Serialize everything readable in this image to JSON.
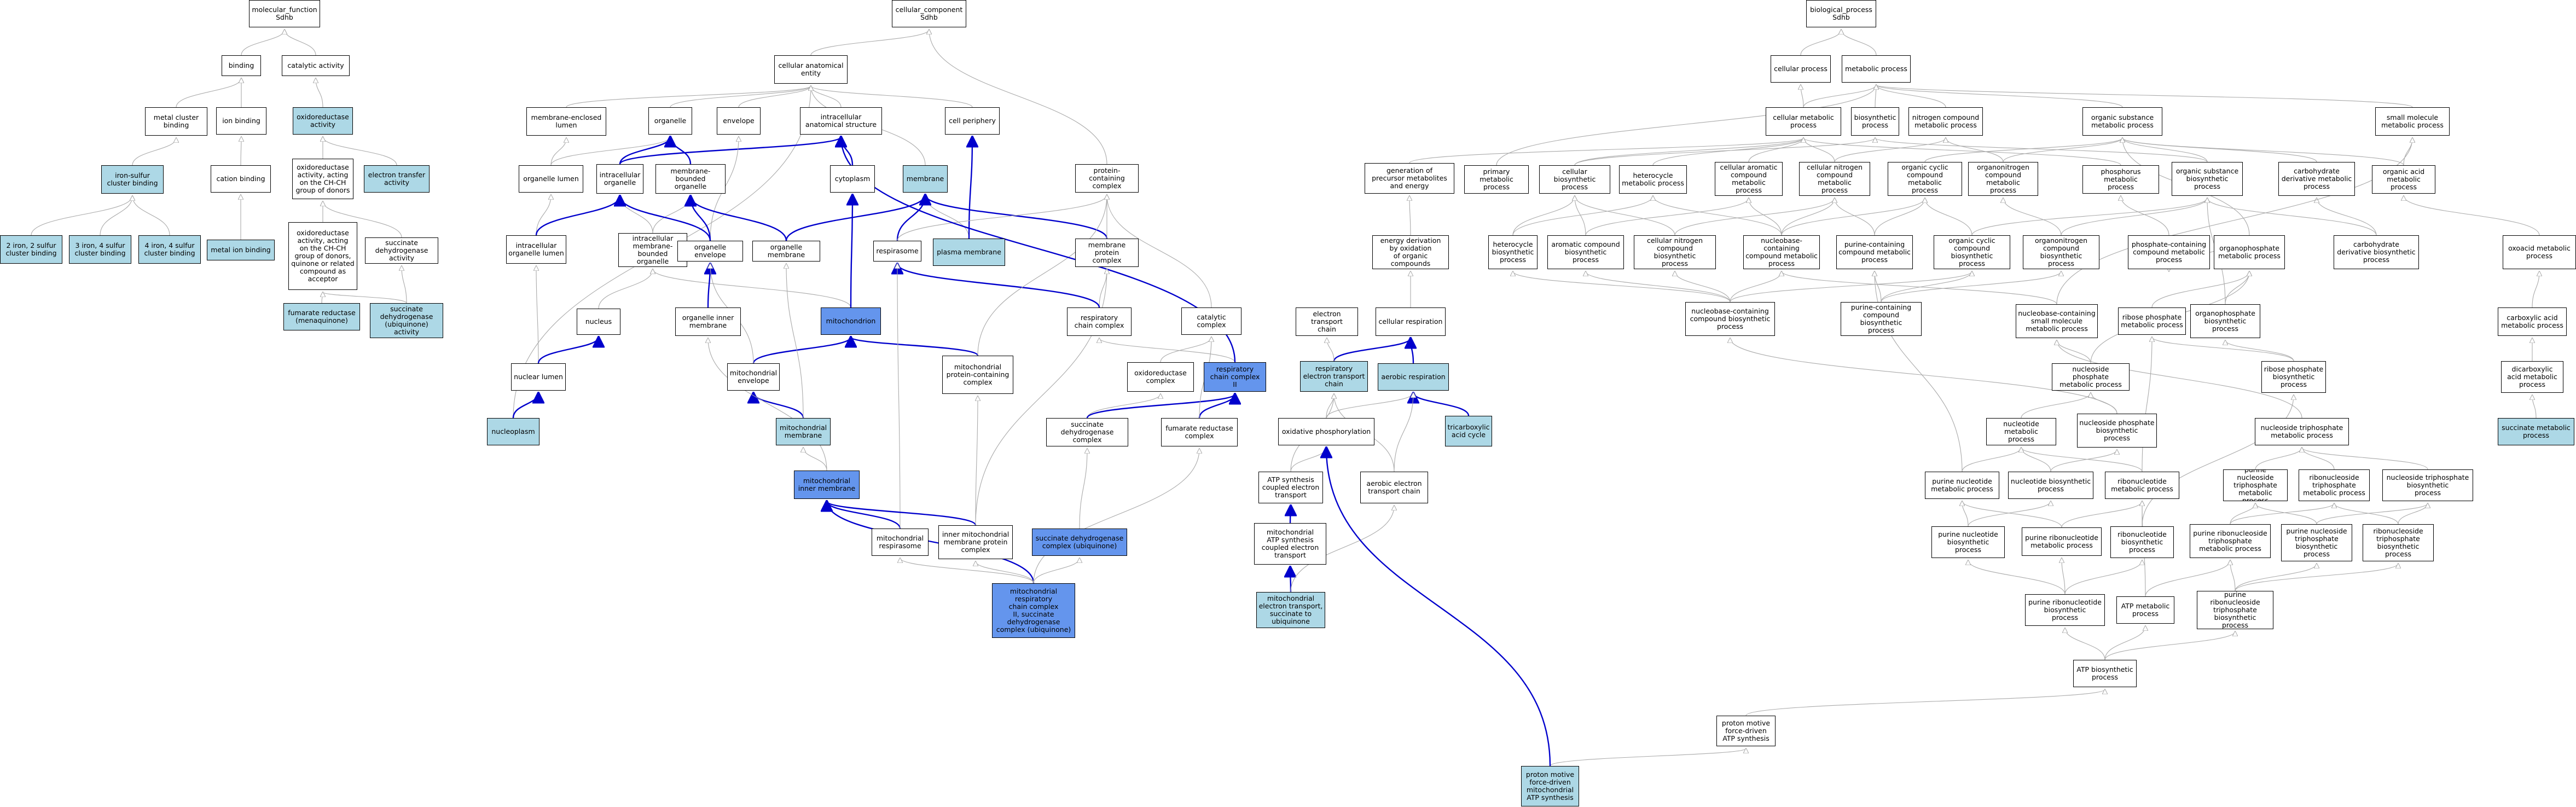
{
  "colors": {
    "light": "#add8e6",
    "dark": "#6495ed",
    "strong_edge": "#0000cc",
    "weak_edge": "#a9a9a9"
  },
  "nodes": {
    "mf_root": "molecular_function\nSdhb",
    "binding": "binding",
    "catalytic_activity": "catalytic activity",
    "metal_cluster_binding": "metal cluster\nbinding",
    "ion_binding": "ion binding",
    "oxidoreductase_activity": "oxidoreductase\nactivity",
    "iron_sulfur": "iron-sulfur\ncluster binding",
    "cation_binding": "cation binding",
    "ox_chch": "oxidoreductase\nactivity, acting\non the CH-CH\ngroup of donors",
    "electron_transfer": "electron transfer\nactivity",
    "fe2s2": "2 iron, 2 sulfur\ncluster binding",
    "fe3s4": "3 iron, 4 sulfur\ncluster binding",
    "fe4s4": "4 iron, 4 sulfur\ncluster binding",
    "metal_ion_binding": "metal ion binding",
    "ox_quinone": "oxidoreductase\nactivity, acting\non the CH-CH\ngroup of donors,\nquinone or related\ncompound as\nacceptor",
    "sdh_activity": "succinate dehydrogenase\nactivity",
    "fumarate_menaquinone": "fumarate reductase\n(menaquinone)",
    "sdh_ubiquinone_activity": "succinate dehydrogenase\n(ubiquinone)\nactivity",
    "cc_root": "cellular_component\nSdhb",
    "cae": "cellular anatomical\nentity",
    "membrane_enclosed_lumen": "membrane-enclosed\nlumen",
    "organelle": "organelle",
    "envelope": "envelope",
    "ias": "intracellular\nanatomical structure",
    "cell_periphery": "cell periphery",
    "organelle_lumen": "organelle lumen",
    "intracellular_organelle": "intracellular\norganelle",
    "membrane_bounded_organelle": "membrane-bounded\norganelle",
    "cytoplasm": "cytoplasm",
    "membrane": "membrane",
    "protein_containing_complex": "protein-containing\ncomplex",
    "intracellular_organelle_lumen": "intracellular\norganelle lumen",
    "imbo": "intracellular\nmembrane-bounded\norganelle",
    "organelle_envelope": "organelle envelope",
    "organelle_membrane": "organelle membrane",
    "respirasome": "respirasome",
    "plasma_membrane": "plasma membrane",
    "membrane_protein_complex": "membrane protein\ncomplex",
    "nucleus": "nucleus",
    "mitochondrion": "mitochondrion",
    "organelle_inner_membrane": "organelle inner\nmembrane",
    "respiratory_chain_complex": "respiratory\nchain complex",
    "catalytic_complex": "catalytic complex",
    "nuclear_lumen": "nuclear lumen",
    "mitochondrial_envelope": "mitochondrial\nenvelope",
    "mito_protein_complex": "mitochondrial\nprotein-containing\ncomplex",
    "oxidoreductase_complex": "oxidoreductase\ncomplex",
    "rcc2": "respiratory\nchain complex\nII",
    "nucleoplasm": "nucleoplasm",
    "mitochondrial_membrane": "mitochondrial\nmembrane",
    "sdh_complex": "succinate dehydrogenase\ncomplex",
    "fumarate_reductase_complex": "fumarate reductase\ncomplex",
    "mito_inner_membrane": "mitochondrial\ninner membrane",
    "mito_respirasome": "mitochondrial\nrespirasome",
    "imm_protein_complex": "inner mitochondrial\nmembrane protein\ncomplex",
    "sdh_ubiquinone_complex": "succinate dehydrogenase\ncomplex (ubiquinone)",
    "mito_rcc2": "mitochondrial\nrespiratory\nchain complex\nII, succinate\ndehydrogenase\ncomplex (ubiquinone)",
    "bp_root": "biological_process\nSdhb",
    "cellular_process": "cellular process",
    "metabolic_process": "metabolic process",
    "cellular_metabolic_process": "cellular metabolic\nprocess",
    "biosynthetic_process": "biosynthetic\nprocess",
    "nitrogen_compound_mp": "nitrogen compound\nmetabolic process",
    "organic_substance_mp": "organic substance\nmetabolic process",
    "small_molecule_mp": "small molecule\nmetabolic process",
    "gen_precursor": "generation of\nprecursor metabolites\nand energy",
    "primary_mp": "primary metabolic\nprocess",
    "cellular_biosynthetic": "cellular biosynthetic\nprocess",
    "heterocycle_mp": "heterocycle\nmetabolic process",
    "cellular_aromatic_mp": "cellular aromatic\ncompound metabolic\nprocess",
    "cellular_nitrogen_mp": "cellular nitrogen\ncompound metabolic\nprocess",
    "organic_cyclic_mp": "organic cyclic\ncompound metabolic\nprocess",
    "organonitrogen_mp": "organonitrogen\ncompound metabolic\nprocess",
    "phosphorus_mp": "phosphorus metabolic\nprocess",
    "organic_substance_bp": "organic substance\nbiosynthetic\nprocess",
    "carbohydrate_derivative_mp": "carbohydrate\nderivative metabolic\nprocess",
    "organic_acid_mp": "organic acid\nmetabolic process",
    "energy_derivation": "energy derivation\nby oxidation\nof organic compounds",
    "heterocycle_bp": "heterocycle\nbiosynthetic\nprocess",
    "aromatic_bp": "aromatic compound\nbiosynthetic\nprocess",
    "cellular_nitrogen_bp": "cellular nitrogen\ncompound biosynthetic\nprocess",
    "nucleobase_containing_mp": "nucleobase-containing\ncompound metabolic\nprocess",
    "purine_containing_mp": "purine-containing\ncompound metabolic\nprocess",
    "organic_cyclic_bp": "organic cyclic\ncompound biosynthetic\nprocess",
    "organonitrogen_bp": "organonitrogen\ncompound biosynthetic\nprocess",
    "phosphate_containing_mp": "phosphate-containing\ncompound metabolic\nprocess",
    "organophosphate_mp": "organophosphate\nmetabolic process",
    "carbohydrate_derivative_bp": "carbohydrate\nderivative biosynthetic\nprocess",
    "oxoacid_mp": "oxoacid metabolic\nprocess",
    "cellular_respiration": "cellular respiration",
    "electron_transport_chain": "electron transport\nchain",
    "nucleobase_containing_bp": "nucleobase-containing\ncompound biosynthetic\nprocess",
    "purine_containing_bp": "purine-containing\ncompound biosynthetic\nprocess",
    "nucleobase_small_molecule_mp": "nucleobase-containing\nsmall molecule\nmetabolic process",
    "ribose_phosphate_mp": "ribose phosphate\nmetabolic process",
    "organophosphate_bp": "organophosphate\nbiosynthetic\nprocess",
    "carboxylic_acid_mp": "carboxylic acid\nmetabolic process",
    "respiratory_etc": "respiratory\nelectron transport\nchain",
    "aerobic_respiration": "aerobic respiration",
    "nucleoside_phosphate_mp": "nucleoside phosphate\nmetabolic process",
    "ribose_phosphate_bp": "ribose phosphate\nbiosynthetic\nprocess",
    "dicarboxylic_acid_mp": "dicarboxylic\nacid metabolic\nprocess",
    "oxphos": "oxidative phosphorylation",
    "tca": "tricarboxylic\nacid cycle",
    "nucleotide_mp": "nucleotide metabolic\nprocess",
    "nucleoside_phosphate_bp": "nucleoside phosphate\nbiosynthetic\nprocess",
    "nucleoside_triphosphate_mp": "nucleoside triphosphate\nmetabolic process",
    "succinate_mp": "succinate metabolic\nprocess",
    "atp_coupled": "ATP synthesis\ncoupled electron\ntransport",
    "aerobic_etc": "aerobic electron\ntransport chain",
    "purine_nucleotide_mp": "purine nucleotide\nmetabolic process",
    "nucleotide_bp": "nucleotide biosynthetic\nprocess",
    "ribonucleotide_mp": "ribonucleotide\nmetabolic process",
    "purine_nucleoside_tp_mp": "purine nucleoside\ntriphosphate\nmetabolic process",
    "ribonucleoside_tp_mp": "ribonucleoside\ntriphosphate\nmetabolic process",
    "nucleoside_tp_bp": "nucleoside triphosphate\nbiosynthetic\nprocess",
    "mito_atp_coupled": "mitochondrial\nATP synthesis\ncoupled electron\ntransport",
    "purine_nucleotide_bp": "purine nucleotide\nbiosynthetic\nprocess",
    "purine_ribonucleotide_mp": "purine ribonucleotide\nmetabolic process",
    "ribonucleotide_bp": "ribonucleotide\nbiosynthetic\nprocess",
    "purine_ribonucleoside_tp_mp": "purine ribonucleoside\ntriphosphate\nmetabolic process",
    "purine_nucleoside_tp_bp": "purine nucleoside\ntriphosphate\nbiosynthetic\nprocess",
    "ribonucleoside_tp_bp": "ribonucleoside\ntriphosphate\nbiosynthetic\nprocess",
    "mito_et_succinate": "mitochondrial\nelectron transport,\nsuccinate to\nubiquinone",
    "purine_ribonucleotide_bp": "purine ribonucleotide\nbiosynthetic\nprocess",
    "atp_mp": "ATP metabolic\nprocess",
    "purine_ribonucleoside_tp_bp": "purine ribonucleoside\ntriphosphate\nbiosynthetic\nprocess",
    "atp_bp": "ATP biosynthetic\nprocess",
    "pmf_atp": "proton motive\nforce-driven\nATP synthesis",
    "pmf_mito_atp": "proton motive\nforce-driven\nmitochondrial\nATP synthesis"
  }
}
